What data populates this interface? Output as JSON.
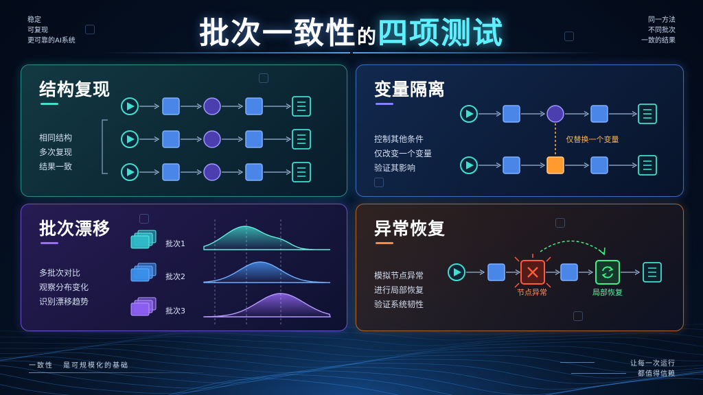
{
  "header": {
    "title_part1": "批次一致性",
    "title_part2": "的",
    "title_part3": "四项测试",
    "corner_left": [
      "稳定",
      "可复现",
      "更可靠的AI系统"
    ],
    "corner_right": [
      "同一方法",
      "不同批次",
      "一致的结果"
    ]
  },
  "panels": {
    "structure": {
      "title": "结构复现",
      "desc": [
        "相同结构",
        "多次复现",
        "结果一致"
      ],
      "accent": "#3fe0d0"
    },
    "isolation": {
      "title": "变量隔离",
      "desc": [
        "控制其他条件",
        "仅改变一个变量",
        "验证其影响"
      ],
      "note": "仅替换一个变量",
      "accent": "#8a7dff",
      "highlight": "#ff9a2e"
    },
    "drift": {
      "title": "批次漂移",
      "desc": [
        "多批次对比",
        "观察分布变化",
        "识别漂移趋势"
      ],
      "batches": [
        "批次1",
        "批次2",
        "批次3"
      ],
      "accent": "#9a6bff"
    },
    "recovery": {
      "title": "异常恢复",
      "desc": [
        "模拟节点异常",
        "进行局部恢复",
        "验证系统韧性"
      ],
      "fault_label": "节点异常",
      "recover_label": "局部恢复",
      "accent": "#ff8a3c",
      "fault_color": "#ff5a3c",
      "recover_color": "#3ef08a"
    }
  },
  "footer": {
    "left_part1": "一致性",
    "left_part2": "是可规模化的基础",
    "right": [
      "让每一次运行",
      "都值得信赖"
    ]
  }
}
